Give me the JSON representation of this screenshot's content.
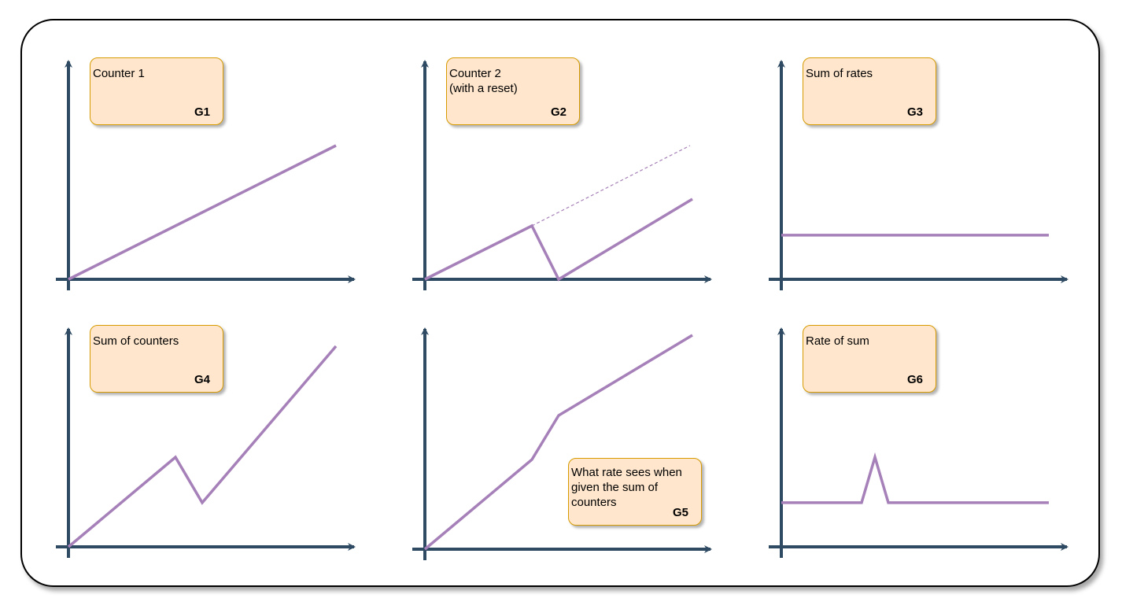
{
  "colors": {
    "axis": "#2f4a63",
    "series": "#a680b8",
    "note_fill": "#ffe6cc",
    "note_border": "#d79b00",
    "frame": "#000000"
  },
  "graphs": [
    {
      "id": "g1",
      "label": "Counter 1",
      "tag": "G1",
      "series": [
        [
          [
            0,
            0
          ],
          [
            1,
            1
          ]
        ]
      ],
      "dashed": null
    },
    {
      "id": "g2",
      "label": "Counter 2\n(with a reset)",
      "tag": "G2",
      "series": [
        [
          [
            0,
            0
          ],
          [
            0.4,
            0.4
          ],
          [
            0.5,
            0
          ],
          [
            1,
            0.6
          ]
        ]
      ],
      "dashed": [
        [
          0.4,
          0.4
        ],
        [
          1,
          1
        ]
      ]
    },
    {
      "id": "g3",
      "label": "Sum of rates",
      "tag": "G3",
      "series": [
        [
          [
            0,
            0.33
          ],
          [
            1,
            0.33
          ]
        ]
      ],
      "dashed": null
    },
    {
      "id": "g4",
      "label": "Sum of counters",
      "tag": "G4",
      "series": [
        [
          [
            0,
            0
          ],
          [
            0.4,
            0.67
          ],
          [
            0.5,
            0.33
          ],
          [
            1,
            1.5
          ]
        ]
      ],
      "dashed": null
    },
    {
      "id": "g5",
      "label": "What rate sees when given the sum of counters",
      "tag": "G5",
      "series": [
        [
          [
            0,
            0
          ],
          [
            0.4,
            0.67
          ],
          [
            0.5,
            1.0
          ],
          [
            1,
            1.6
          ]
        ]
      ],
      "dashed": null
    },
    {
      "id": "g6",
      "label": "Rate of sum",
      "tag": "G6",
      "series": [
        [
          [
            0,
            0.33
          ],
          [
            0.3,
            0.33
          ],
          [
            0.35,
            0.67
          ],
          [
            0.4,
            0.33
          ],
          [
            1,
            0.33
          ]
        ]
      ],
      "dashed": null
    }
  ]
}
